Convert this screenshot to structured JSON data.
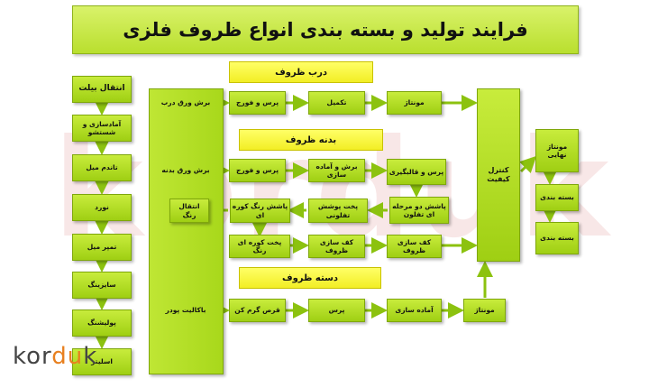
{
  "title": "فرایند تولید و بسته بندی انواع ظروف فلزی",
  "watermark": "korduk",
  "logo": {
    "prefix": "kor",
    "highlight": "du",
    "suffix": "k"
  },
  "sections": {
    "lid": "درب ظروف",
    "body": "بدنه ظروف",
    "handle": "دسته ظروف"
  },
  "left_column": [
    "انتقال بیلت",
    "آمادسازی و شستشو",
    "تاندم میل",
    "نورد",
    "تمپر میل",
    "سایزینگ",
    "پولیشنگ",
    "اسلیتر"
  ],
  "lid_row": [
    "برش ورق درب",
    "پرس و فورج",
    "تکمیل",
    "مونتاژ"
  ],
  "body_row1": [
    "برش ورق بدنه",
    "پرس و فورج",
    "برش و آماده سازی",
    "پرس و قالبگیری"
  ],
  "body_row2": [
    "انتقال رنگ",
    "پاشش رنگ کوره ای",
    "پخت پوشش تفلونی",
    "پاشش دو مرحله ای تفلون"
  ],
  "body_row3": [
    "پخت کوره ای رنگ",
    "کف سازی ظروف",
    "کف سازی ظروف"
  ],
  "handle_row": [
    "باکالیت پودر",
    "قرص گرم کن",
    "پرس",
    "آماده سازی",
    "مونتاژ"
  ],
  "quality": "کنترل کیفیت",
  "final": [
    "مونتاژ نهایی",
    "بسته بندی",
    "بسته بندی"
  ],
  "colors": {
    "green": "#b0dc22",
    "yellow": "#f2ee24",
    "arrow": "#8cc20f"
  }
}
